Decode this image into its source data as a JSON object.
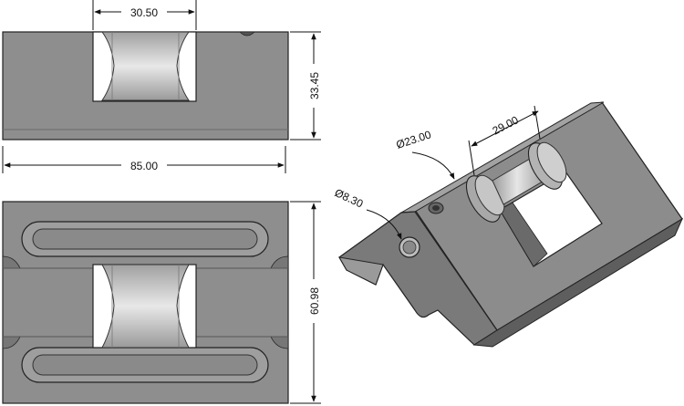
{
  "drawing": {
    "dimensions": {
      "roller_width": "30.50",
      "part_height": "33.45",
      "part_length": "85.00",
      "part_depth": "60.98",
      "roller_spacing": "29.00",
      "roller_diameter": "Ø23.00",
      "hole_diameter": "Ø8.30"
    },
    "colors": {
      "body": "#8f8f8f",
      "body_dark": "#6f6f6f",
      "body_light": "#a8a8a8",
      "roller": "#c9c9c9",
      "dimension_line": "#111111"
    }
  }
}
